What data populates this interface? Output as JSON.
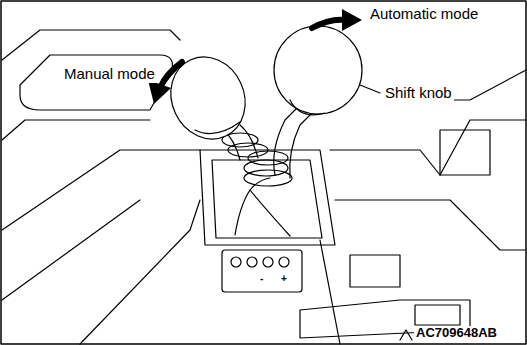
{
  "diagram": {
    "labels": [
      "Automatic mode",
      "Shift knob",
      "Manual mode",
      "AC709648AB",
      "-",
      "+"
    ]
  }
}
